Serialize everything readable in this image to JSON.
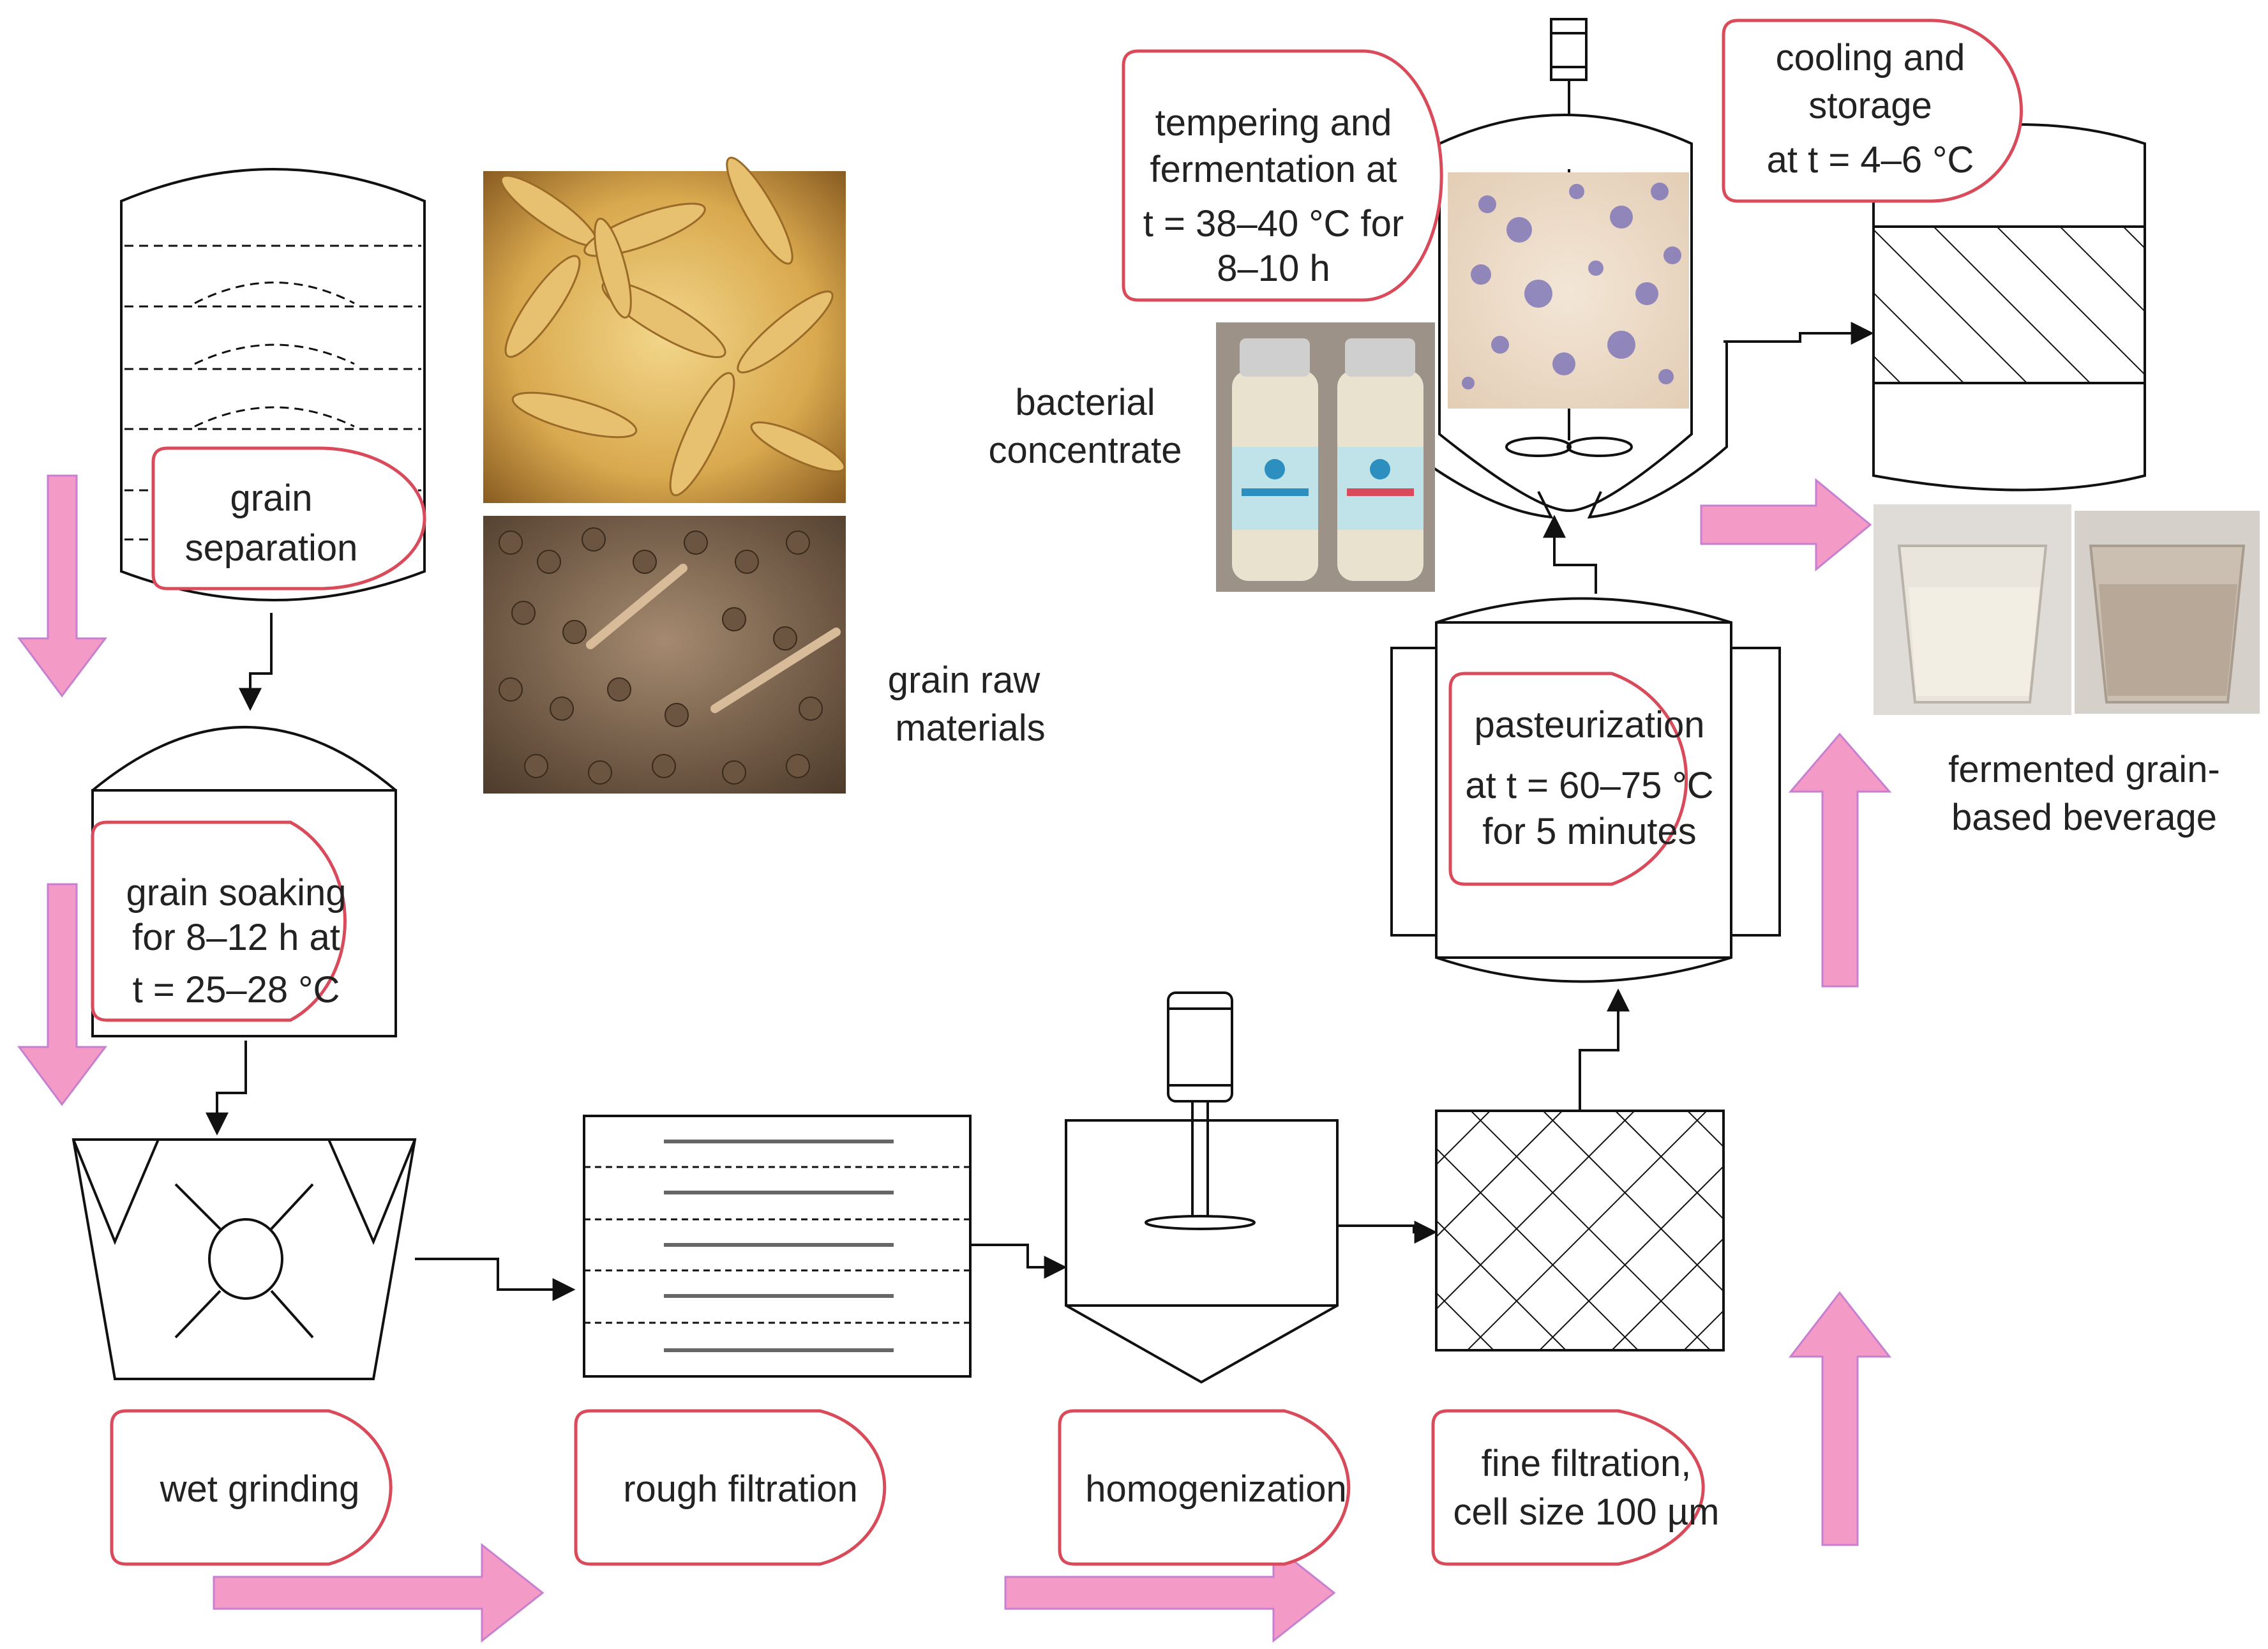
{
  "labels": {
    "grain_separation": [
      "grain",
      "separation"
    ],
    "grain_soaking": [
      "grain soaking",
      "for 8–12 h at",
      "t = 25–28 °C"
    ],
    "wet_grinding": "wet grinding",
    "rough_filtration": "rough filtration",
    "homogenization": "homogenization",
    "fine_filtration": [
      "fine filtration,",
      "cell size 100 µm"
    ],
    "pasteurization": [
      "pasteurization",
      "at t = 60–75 °C",
      "for 5 minutes"
    ],
    "tempering": [
      "tempering and",
      "fermentation at",
      "t = 38–40 °C for",
      "8–10 h"
    ],
    "cooling": [
      "cooling and",
      "storage",
      "at t = 4–6 °C"
    ],
    "bacterial_concentrate": [
      "bacterial",
      "concentrate"
    ],
    "grain_raw_materials": [
      "grain raw",
      "materials"
    ],
    "fermented_beverage": [
      "fermented grain-",
      "based beverage"
    ]
  },
  "colors": {
    "callout_border": "#d94a5a",
    "flow_arrow_fill": "#f49ac6",
    "flow_arrow_stroke": "#c77fd0",
    "line": "#111111"
  },
  "icons": {
    "oat_photo": "oat-grains-photo",
    "buckwheat_photo": "buckwheat-grains-photo",
    "bottles_photo": "bacterial-concentrate-bottles-photo",
    "micro_photo": "microscope-bacteria-photo",
    "glasses_photo": "beverage-glasses-photo"
  }
}
